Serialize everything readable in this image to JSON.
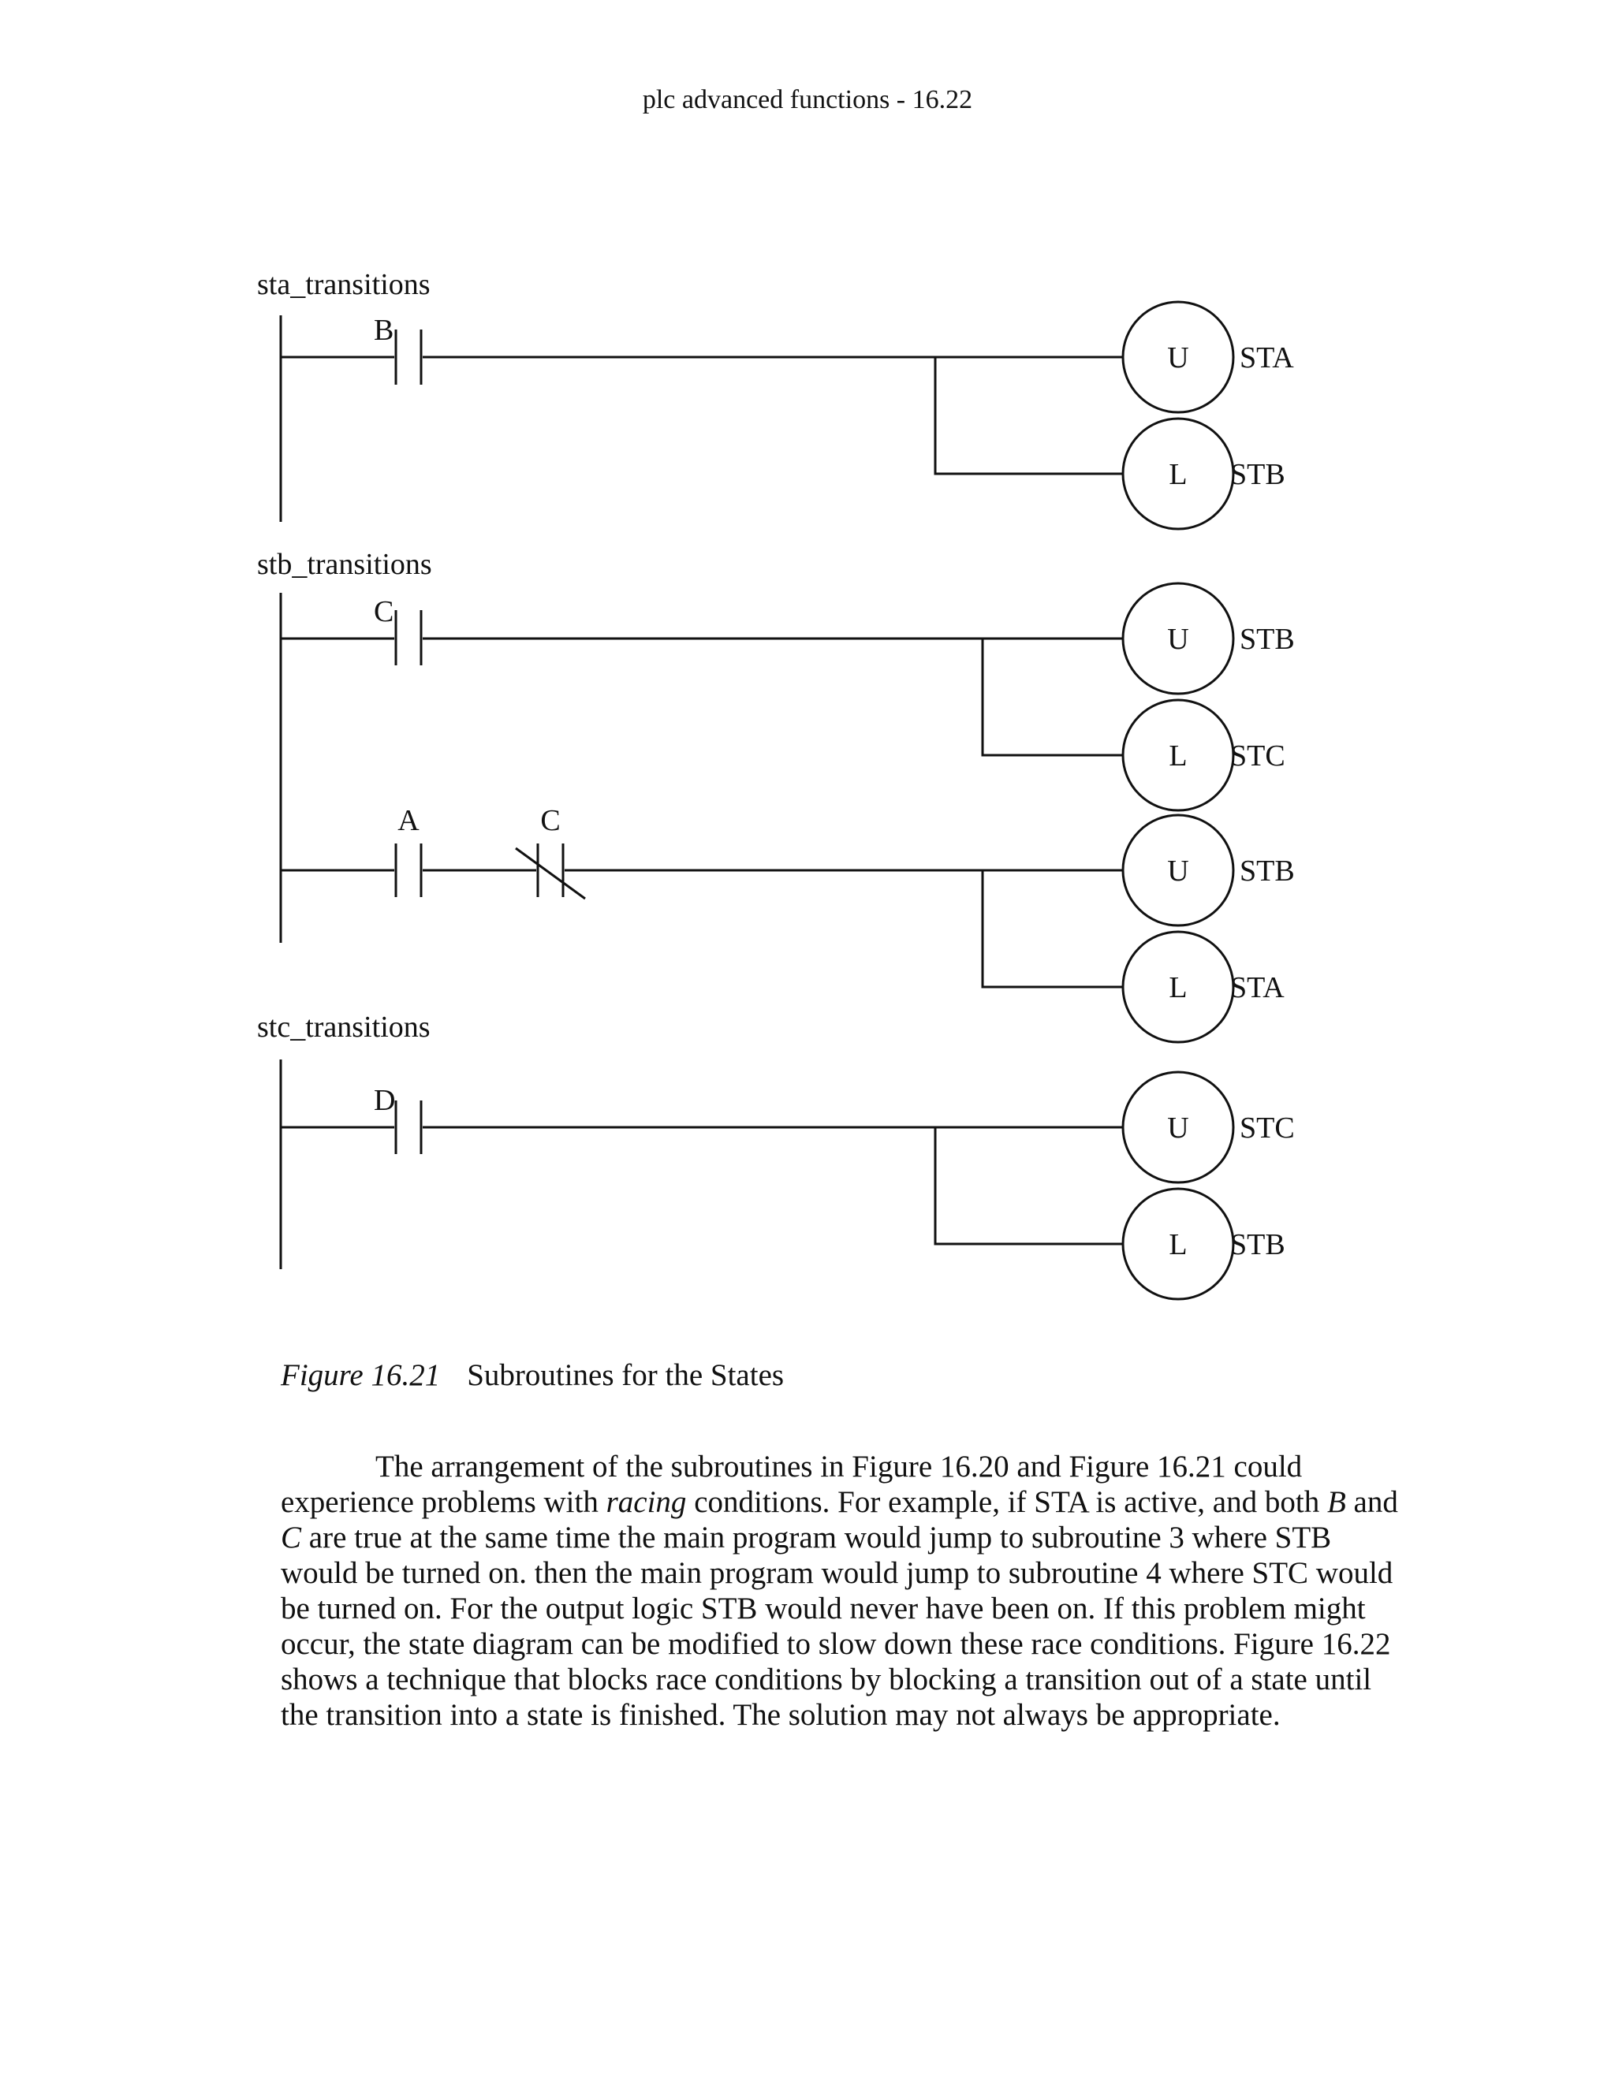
{
  "page": {
    "header": "plc advanced functions - 16.22"
  },
  "ladder": {
    "sections": [
      {
        "name": "sta_transitions",
        "rungs": [
          {
            "contacts": [
              {
                "label": "B",
                "type": "NO"
              }
            ],
            "outputs": [
              {
                "coil": "U",
                "tag": "STA"
              },
              {
                "coil": "L",
                "tag": "STB"
              }
            ]
          }
        ]
      },
      {
        "name": "stb_transitions",
        "rungs": [
          {
            "contacts": [
              {
                "label": "C",
                "type": "NO"
              }
            ],
            "outputs": [
              {
                "coil": "U",
                "tag": "STB"
              },
              {
                "coil": "L",
                "tag": "STC"
              }
            ]
          },
          {
            "contacts": [
              {
                "label": "A",
                "type": "NO"
              },
              {
                "label": "C",
                "type": "NC"
              }
            ],
            "outputs": [
              {
                "coil": "U",
                "tag": "STB"
              },
              {
                "coil": "L",
                "tag": "STA"
              }
            ]
          }
        ]
      },
      {
        "name": "stc_transitions",
        "rungs": [
          {
            "contacts": [
              {
                "label": "D",
                "type": "NO"
              }
            ],
            "outputs": [
              {
                "coil": "U",
                "tag": "STC"
              },
              {
                "coil": "L",
                "tag": "STB"
              }
            ]
          }
        ]
      }
    ]
  },
  "caption": {
    "label": "Figure 16.21",
    "title": "Subroutines for the States"
  },
  "body": {
    "parts": [
      "The arrangement of the subroutines in Figure 16.20 and Figure 16.21 could experience problems with ",
      "racing",
      " conditions. For example, if STA is active, and both ",
      "B",
      " and ",
      "C",
      " are true at the same time the main program would jump to subroutine 3 where STB would be turned on. then the main program would jump to subroutine 4 where STC would be turned on. For the output logic STB would never have been on. If this problem might occur, the state diagram can be modified to slow down these race conditions. Figure 16.22 shows a technique that blocks race conditions by blocking a transition out of a state until the transition into a state is finished. The solution may not always be appropriate."
    ]
  }
}
